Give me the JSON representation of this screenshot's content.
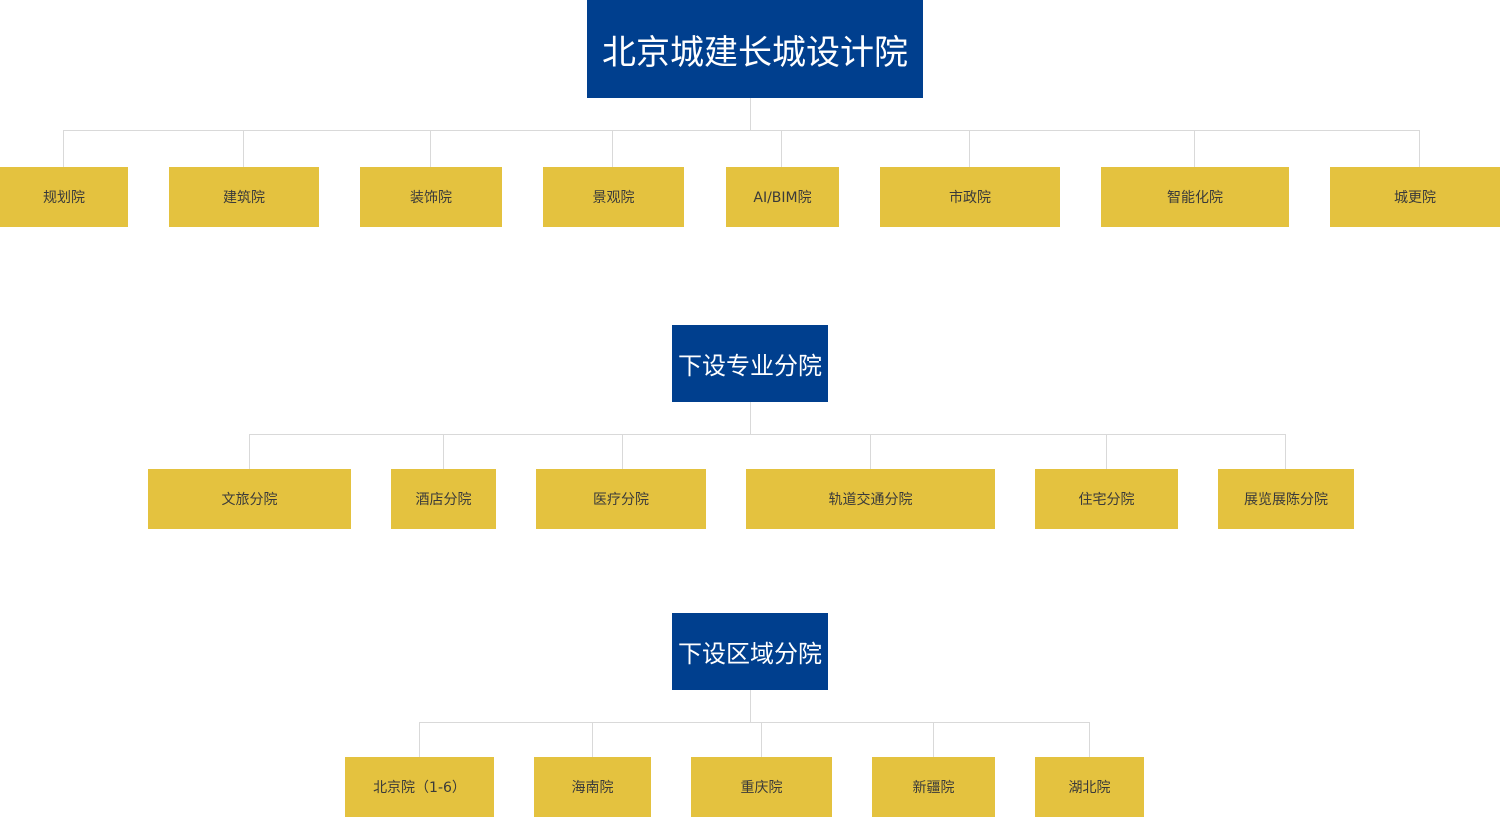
{
  "org_chart": {
    "root": {
      "label": "北京城建长城设计院",
      "children": [
        "规划院",
        "建筑院",
        "装饰院",
        "景观院",
        "AI/BIM院",
        "市政院",
        "智能化院",
        "城更院"
      ]
    },
    "groups": [
      {
        "label": "下设专业分院",
        "children": [
          "文旅分院",
          "酒店分院",
          "医疗分院",
          "轨道交通分院",
          "住宅分院",
          "展览展陈分院"
        ]
      },
      {
        "label": "下设区域分院",
        "children": [
          "北京院（1-6）",
          "海南院",
          "重庆院",
          "新疆院",
          "湖北院"
        ]
      }
    ],
    "colors": {
      "head_box": "#003f8e",
      "child_box": "#e4c23f",
      "connector": "#d9d9d9",
      "head_text": "#ffffff",
      "child_text": "#3a3a3a"
    }
  }
}
